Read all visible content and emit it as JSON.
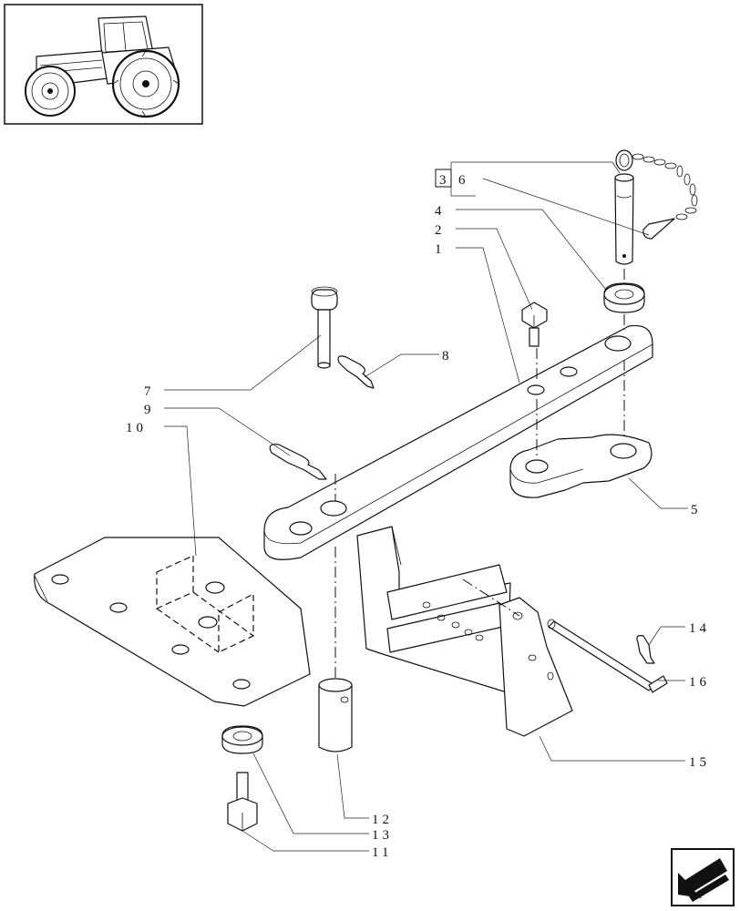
{
  "callouts": {
    "c1": "1",
    "c2": "2",
    "c3": "3",
    "c4": "4",
    "c5": "5",
    "c6": "6",
    "c7": "7",
    "c8": "8",
    "c9": "9",
    "c10": "10",
    "c11": "11",
    "c12": "12",
    "c13": "13",
    "c14": "14",
    "c15": "15",
    "c16": "16"
  },
  "icons": {
    "thumbnail": "tractor-thumbnail-icon",
    "nav": "next-page-arrow-icon"
  }
}
